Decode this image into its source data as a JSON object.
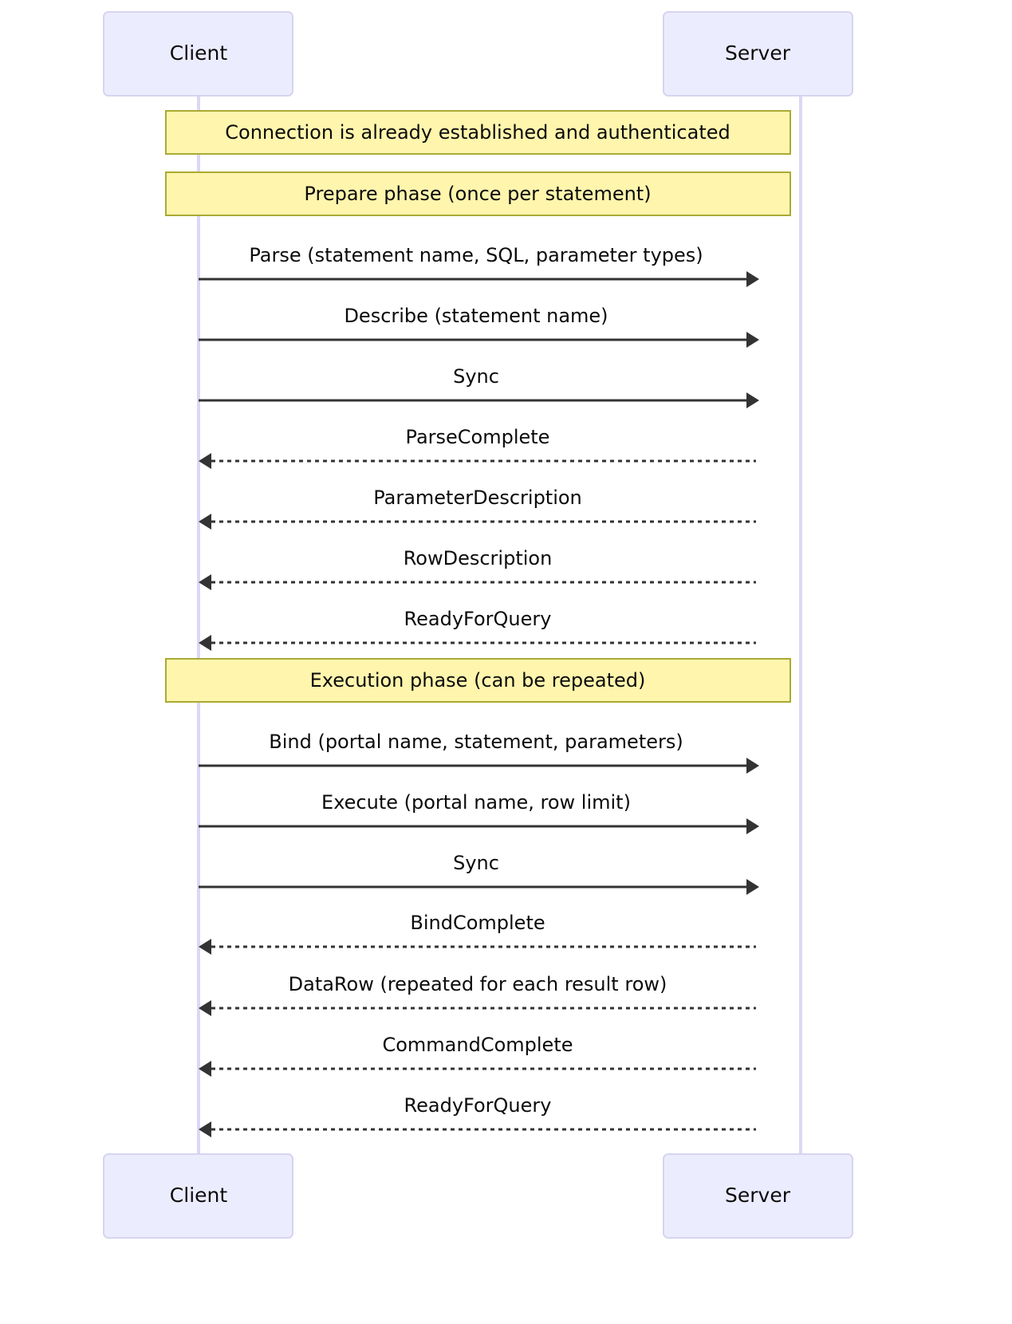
{
  "diagram": {
    "type": "sequence-diagram",
    "title": "",
    "participants": [
      {
        "id": "client",
        "label": "Client"
      },
      {
        "id": "server",
        "label": "Server"
      }
    ],
    "colors": {
      "participant_fill": "#ececff",
      "participant_stroke": "#d7d4f0",
      "note_fill": "#fff5ad",
      "note_stroke": "#aaaa33",
      "line": "#333333",
      "lifeline": "#dcd6f7",
      "background": "#ffffff",
      "text": "#0b0b0b"
    },
    "notes": [
      {
        "id": "note-connection",
        "text": "Connection is already established and authenticated"
      },
      {
        "id": "note-prepare",
        "text": "Prepare phase (once per statement)"
      },
      {
        "id": "note-execution",
        "text": "Execution phase (can be repeated)"
      }
    ],
    "messages": [
      {
        "id": "msg-parse",
        "text": "Parse (statement name, SQL, parameter types)",
        "from": "client",
        "to": "server",
        "style": "solid"
      },
      {
        "id": "msg-describe",
        "text": "Describe (statement name)",
        "from": "client",
        "to": "server",
        "style": "solid"
      },
      {
        "id": "msg-sync-prepare",
        "text": "Sync",
        "from": "client",
        "to": "server",
        "style": "solid"
      },
      {
        "id": "msg-parsecomplete",
        "text": "ParseComplete",
        "from": "server",
        "to": "client",
        "style": "dashed"
      },
      {
        "id": "msg-parameterdescription",
        "text": "ParameterDescription",
        "from": "server",
        "to": "client",
        "style": "dashed"
      },
      {
        "id": "msg-rowdescription",
        "text": "RowDescription",
        "from": "server",
        "to": "client",
        "style": "dashed"
      },
      {
        "id": "msg-readyforquery-prepare",
        "text": "ReadyForQuery",
        "from": "server",
        "to": "client",
        "style": "dashed"
      },
      {
        "id": "msg-bind",
        "text": "Bind (portal name, statement, parameters)",
        "from": "client",
        "to": "server",
        "style": "solid"
      },
      {
        "id": "msg-execute",
        "text": "Execute (portal name, row limit)",
        "from": "client",
        "to": "server",
        "style": "solid"
      },
      {
        "id": "msg-sync-execute",
        "text": "Sync",
        "from": "client",
        "to": "server",
        "style": "solid"
      },
      {
        "id": "msg-bindcomplete",
        "text": "BindComplete",
        "from": "server",
        "to": "client",
        "style": "dashed"
      },
      {
        "id": "msg-datarow",
        "text": "DataRow (repeated for each result row)",
        "from": "server",
        "to": "client",
        "style": "dashed"
      },
      {
        "id": "msg-commandcomplete",
        "text": "CommandComplete",
        "from": "server",
        "to": "client",
        "style": "dashed"
      },
      {
        "id": "msg-readyforquery-execute",
        "text": "ReadyForQuery",
        "from": "server",
        "to": "client",
        "style": "dashed"
      }
    ]
  }
}
